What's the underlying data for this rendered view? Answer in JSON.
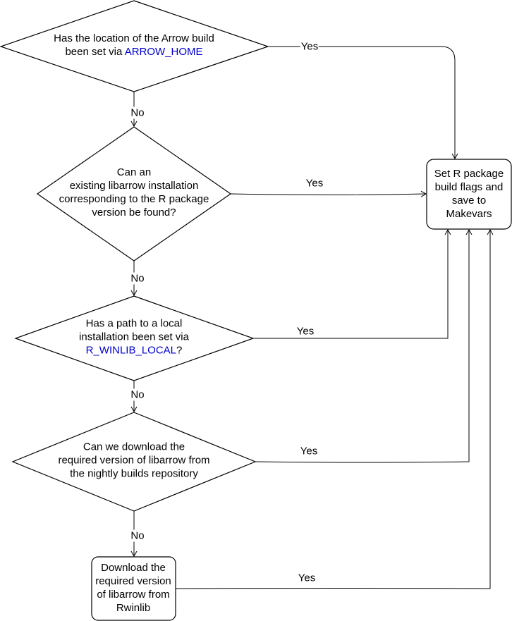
{
  "nodes": {
    "q1": {
      "line1": "Has the location of the Arrow build",
      "line2_prefix": "been set via ",
      "line2_link": "ARROW_HOME"
    },
    "q2": {
      "line1": "Can an",
      "line2": "existing libarrow installation",
      "line3": "corresponding to the R package",
      "line4": "version be found?"
    },
    "q3": {
      "line1": "Has a path to a local",
      "line2": "installation been set via",
      "line3_link": "R_WINLIB_LOCAL",
      "line3_suffix": "?"
    },
    "q4": {
      "line1": "Can we download the",
      "line2": "required version of libarrow from",
      "line3": "the nightly builds repository"
    },
    "download": {
      "line1": "Download the",
      "line2": "required version",
      "line3": "of libarrow from",
      "line4": "Rwinlib"
    },
    "result": {
      "line1": "Set R package",
      "line2": "build flags and",
      "line3": "save to",
      "line4": "Makevars"
    }
  },
  "edges": {
    "q1_yes": "Yes",
    "q1_no": "No",
    "q2_yes": "Yes",
    "q2_no": "No",
    "q3_yes": "Yes",
    "q3_no": "No",
    "q4_yes": "Yes",
    "q4_no": "No",
    "download_yes": "Yes"
  },
  "colors": {
    "stroke": "#000000",
    "link": "#0000cc",
    "background": "#ffffff"
  }
}
